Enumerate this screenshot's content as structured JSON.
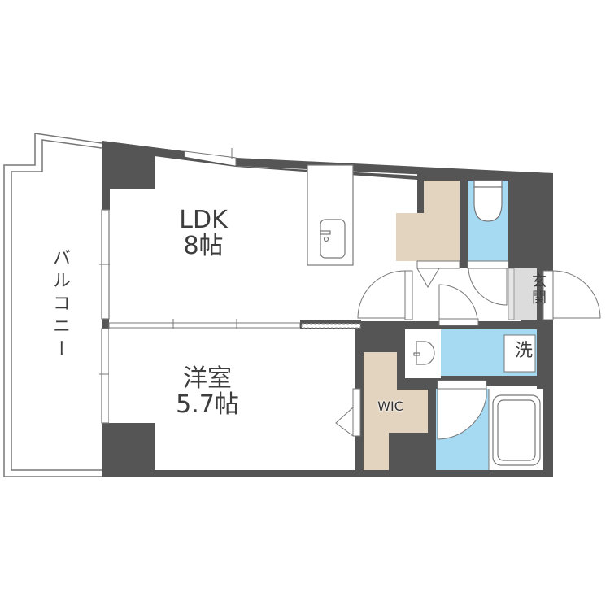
{
  "floor_plan": {
    "rooms": [
      {
        "id": "ldk",
        "name": "LDK",
        "size": "8帖"
      },
      {
        "id": "yoshitsu",
        "name": "洋室",
        "size": "5.7帖"
      },
      {
        "id": "wic",
        "name": "WIC"
      },
      {
        "id": "balcony",
        "name": "バルコニー"
      },
      {
        "id": "genkan",
        "name": "玄関"
      },
      {
        "id": "laundry",
        "name": "洗"
      }
    ],
    "colors": {
      "wall": "#555555",
      "storage": "#e3d4bf",
      "wet_area": "#a6daf2",
      "entrance_floor": "#dcdcdc",
      "line": "#666666",
      "text": "#3d3d3d"
    }
  }
}
